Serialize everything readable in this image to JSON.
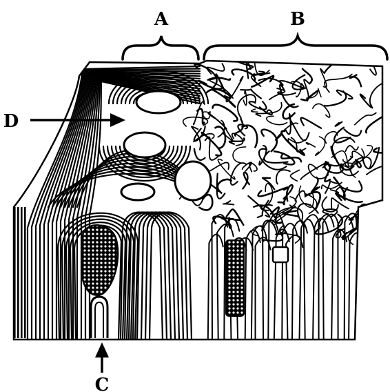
{
  "labels": {
    "a": "A",
    "b": "B",
    "c": "C",
    "d": "D"
  },
  "colors": {
    "ink": "#000000",
    "paper": "#ffffff"
  }
}
